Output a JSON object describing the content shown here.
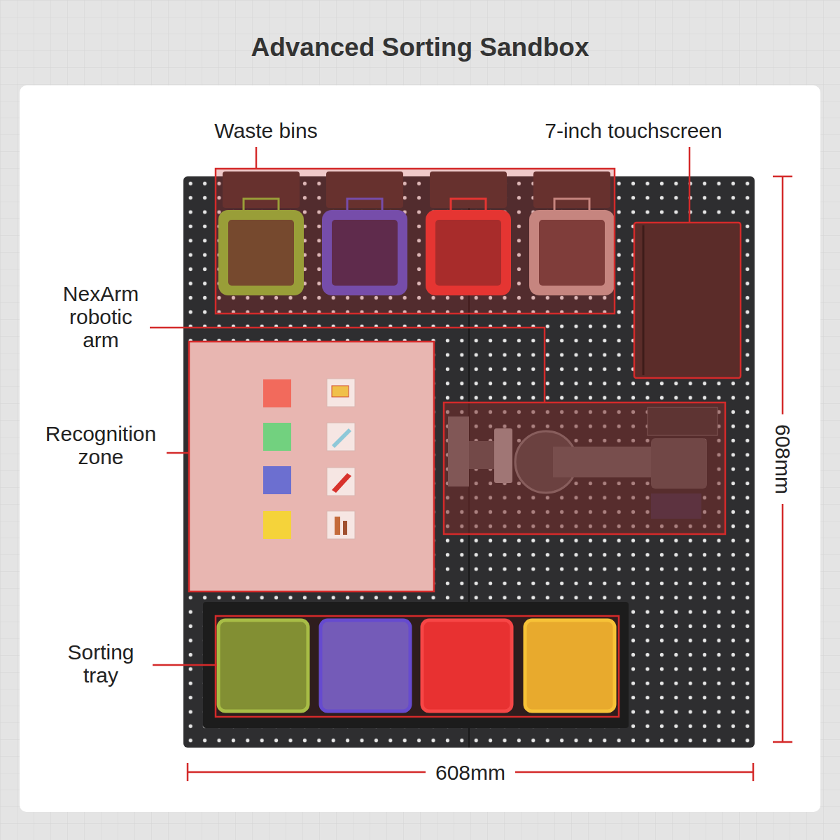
{
  "diagram": {
    "title": "Advanced Sorting Sandbox",
    "labels": [
      "Waste bins",
      "7-inch touchscreen",
      "NexArm robotic arm",
      "Recognition zone",
      "Sorting tray",
      "608mm",
      "608mm"
    ]
  }
}
